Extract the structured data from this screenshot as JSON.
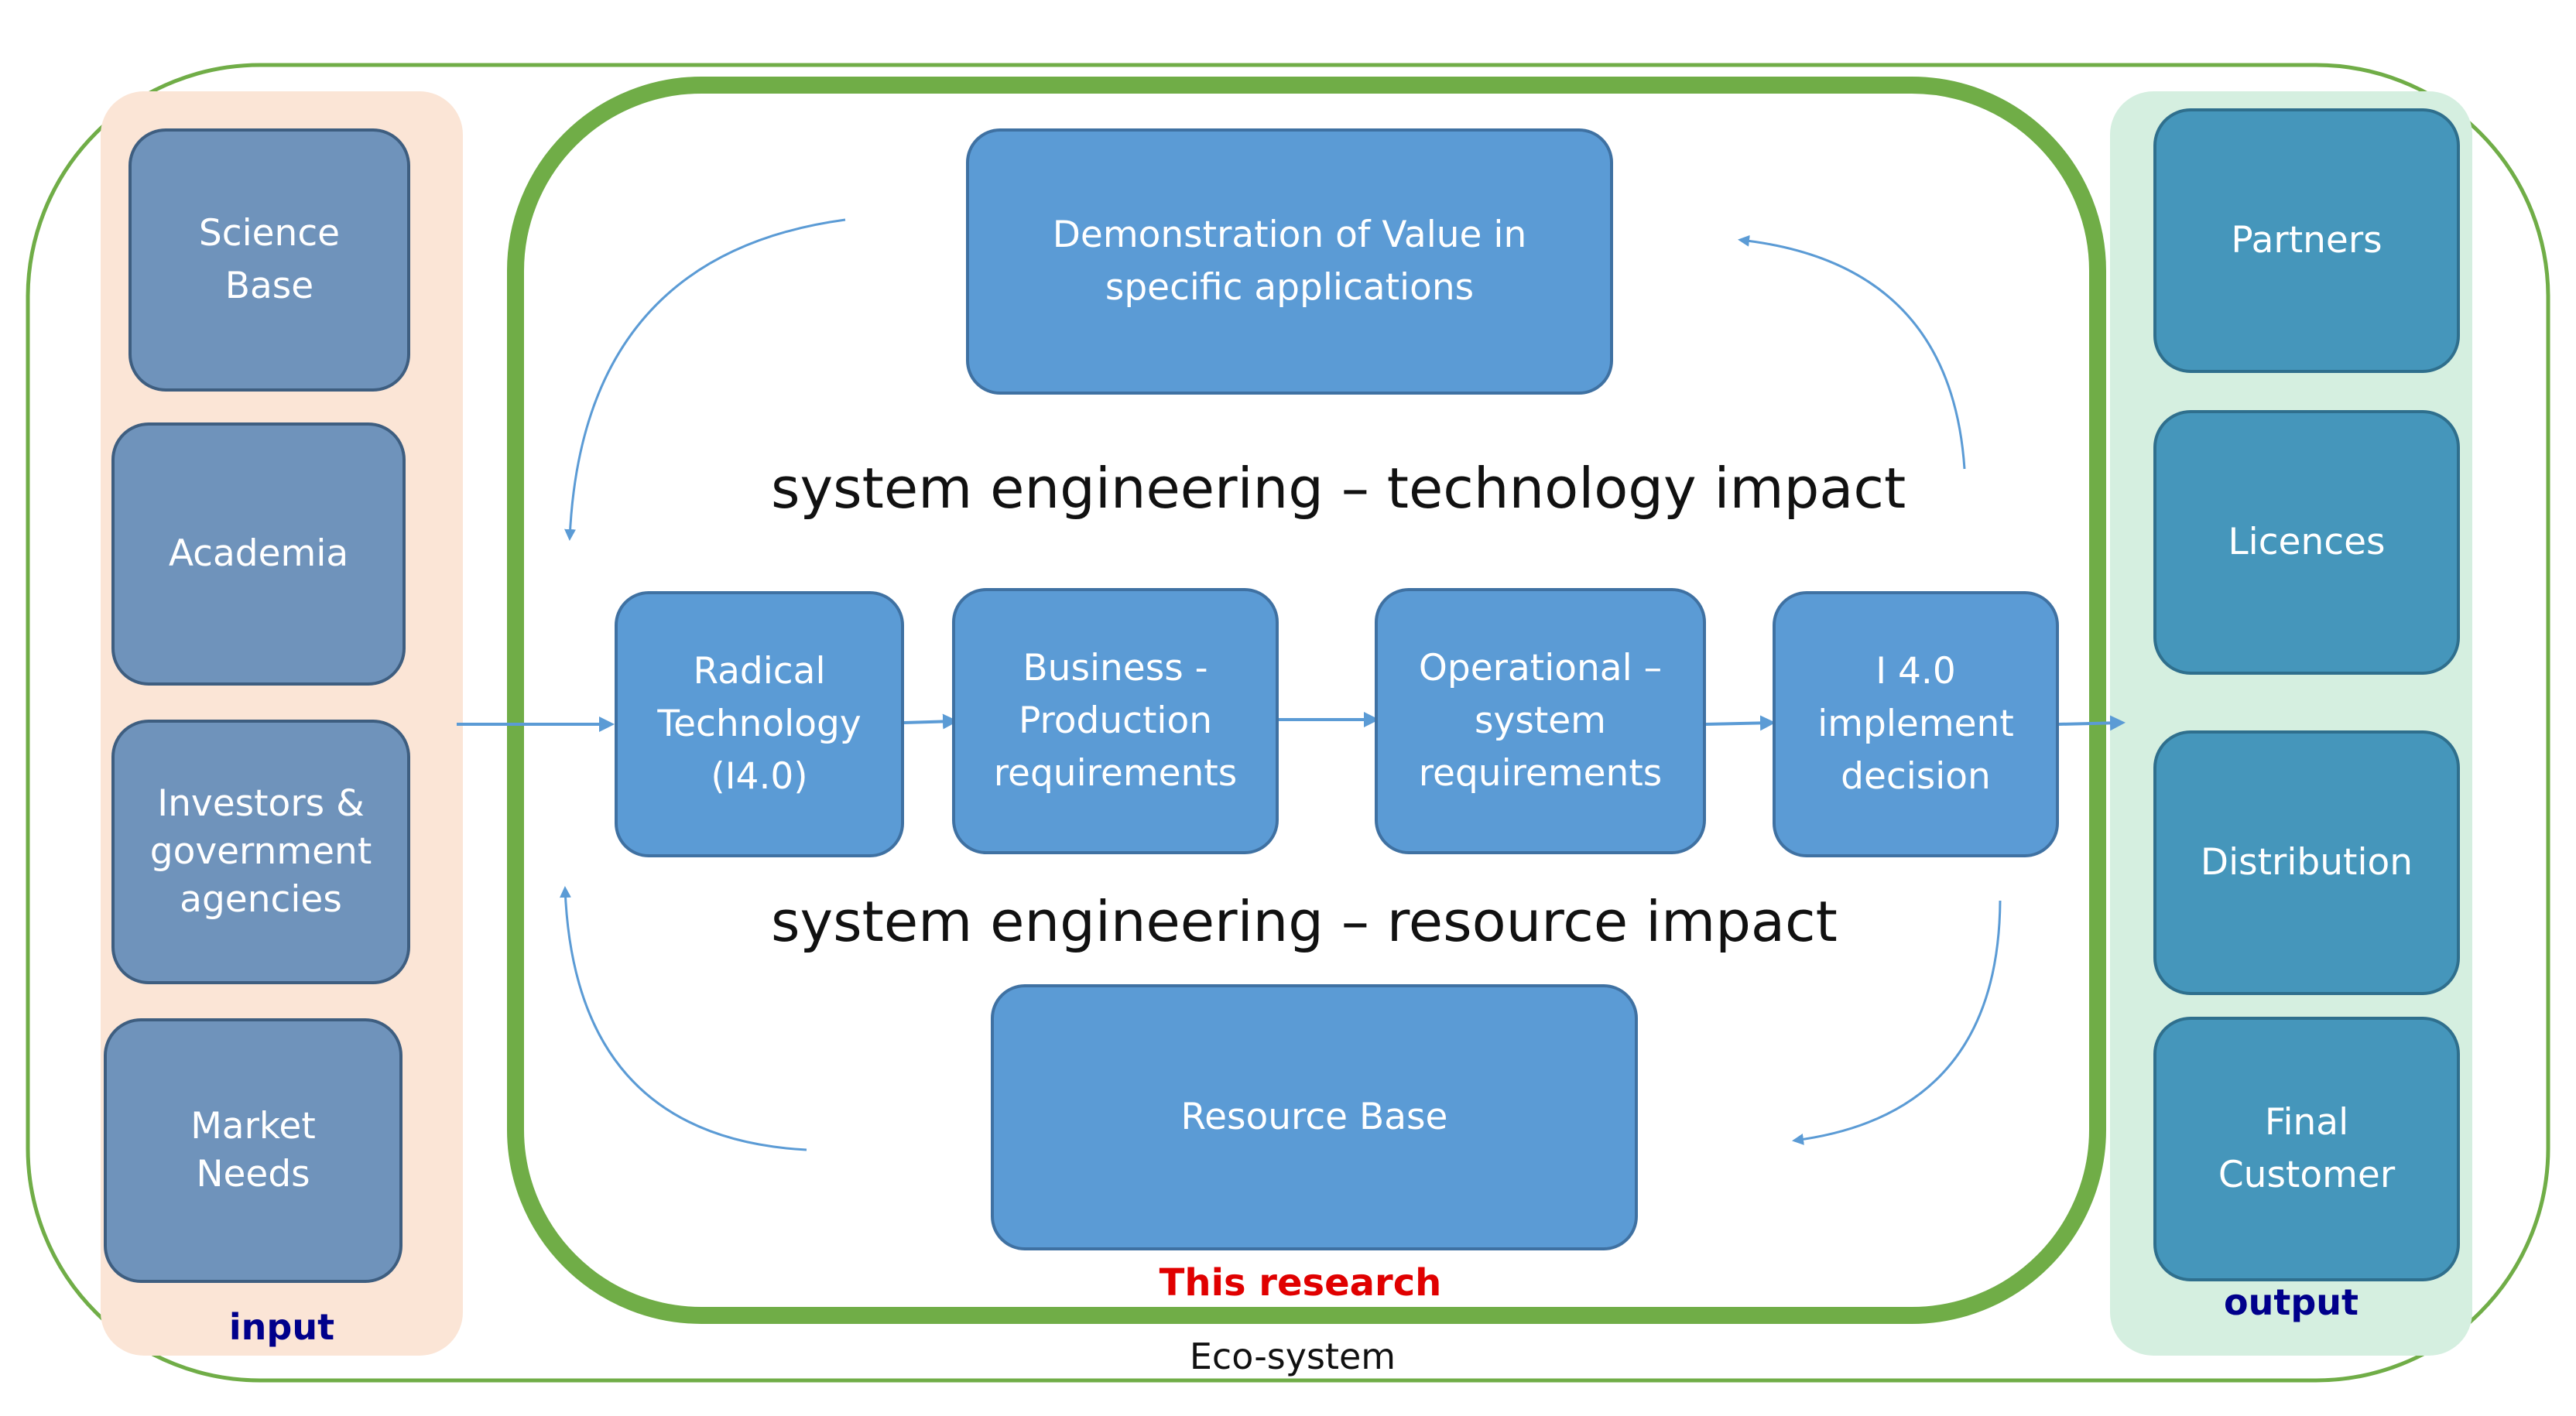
{
  "inputs": {
    "label": "input",
    "items": [
      "Science\nBase",
      "Academia",
      "Investors &\ngovernment\nagencies",
      "Market\nNeeds"
    ]
  },
  "outputs": {
    "label": "output",
    "items": [
      "Partners",
      "Licences",
      "Distribution",
      "Final\nCustomer"
    ]
  },
  "research": {
    "label": "This research",
    "top_box": "Demonstration of Value in\nspecific applications",
    "bottom_box": "Resource Base",
    "technology_label": "system engineering – technology impact",
    "resource_label": "system engineering – resource impact",
    "process": [
      "Radical\nTechnology\n(I4.0)",
      "Business -\nProduction\nrequirements",
      "Operational –\nsystem\nrequirements",
      "I 4.0\nimplement\ndecision"
    ]
  },
  "ecosystem": {
    "label": "Eco-system"
  },
  "colors": {
    "ecosystem_border": "#70ad47",
    "input_panel": "#fbe5d6",
    "output_panel": "#d5efe0",
    "input_box": "#6f93bb",
    "output_box": "#4596bb",
    "core_box": "#5b9bd5",
    "arrow": "#5b9bd5",
    "input_label": "#00008b",
    "research_label": "#e00000"
  }
}
